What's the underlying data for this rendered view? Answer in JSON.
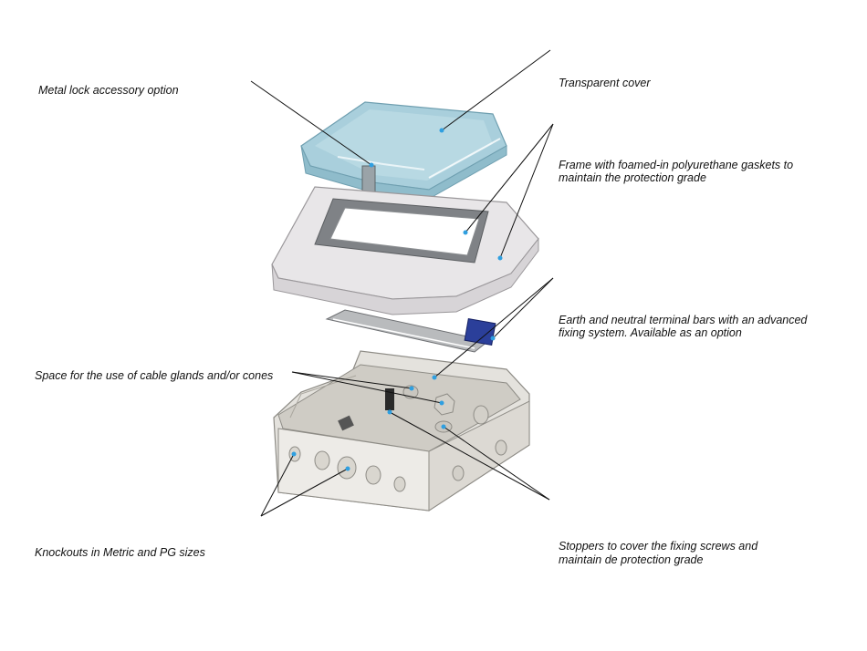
{
  "labels": {
    "metal_lock": "Metal lock accessory option",
    "transparent_cover": "Transparent cover",
    "frame_line1": "Frame with foamed-in polyurethane gaskets to",
    "frame_line2": "maintain the protection grade",
    "terminal_line1": "Earth and neutral terminal bars with an advanced",
    "terminal_line2": "fixing system. Available as an option",
    "cable_glands": "Space for the use of cable glands and/or cones",
    "knockouts": "Knockouts in Metric and PG sizes",
    "stoppers_line1": "Stoppers to cover the fixing screws and",
    "stoppers_line2": "maintain de protection grade"
  },
  "colors": {
    "cover": "#a9cfdc",
    "frame": "#e8e6e8",
    "box": "#e4e2dd",
    "rail": "#b9bbbd",
    "terminal_blue": "#2b3f9a",
    "terminal_green": "#3aa84a",
    "dot": "#2f9fe0"
  }
}
